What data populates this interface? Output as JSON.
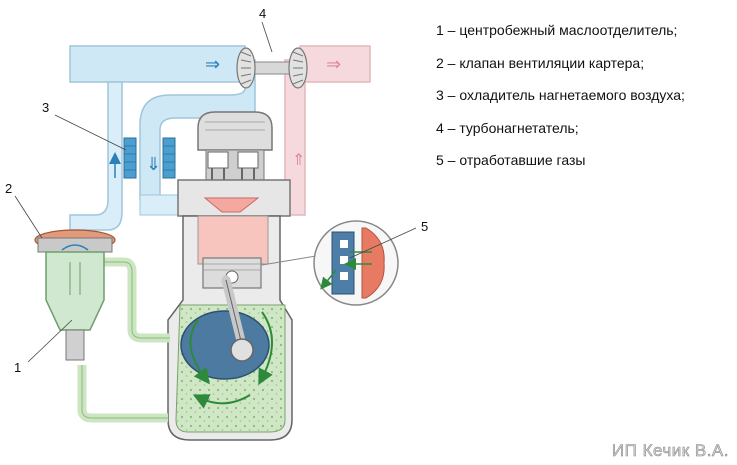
{
  "callouts": [
    "1",
    "2",
    "3",
    "4",
    "5"
  ],
  "legend": [
    "1 – центробежный маслоотделитель;",
    "2 – клапан вентиляции картера;",
    "3 – охладитель нагнетаемого воздуха;",
    "4 – турбонагнетатель;",
    "5 – отработавшие газы"
  ],
  "credit": "ИП Кечик В.А.",
  "colors": {
    "intake_air": "#cfe8f5",
    "exhaust_gas": "#f6d9dc",
    "crankcase_oil": "#cde6c2",
    "engine_body": "#ebebeb",
    "gases": "#f4a9a0"
  }
}
